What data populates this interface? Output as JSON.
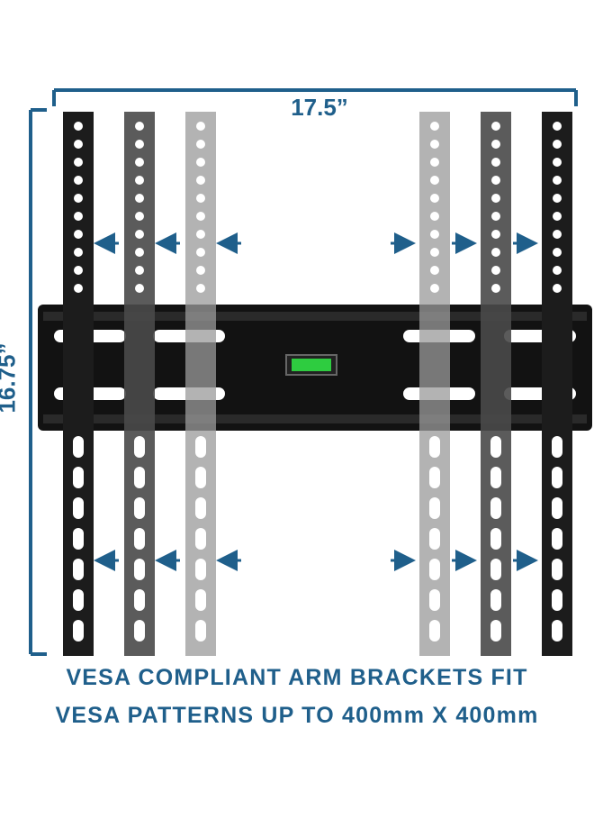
{
  "colors": {
    "dimension_blue": "#1f5f8b",
    "arm_dark": "#1c1c1c",
    "arm_mid": "#4a4a4a",
    "arm_light": "#9a9a9a",
    "plate": "#121212",
    "level_green": "#2ecc40"
  },
  "dimensions": {
    "width_label": "17.5”",
    "height_label": "16.75”"
  },
  "caption": {
    "line1": "VESA COMPLIANT ARM BRACKETS FIT",
    "line2": "VESA PATTERNS UP TO 400mm X 400mm"
  }
}
